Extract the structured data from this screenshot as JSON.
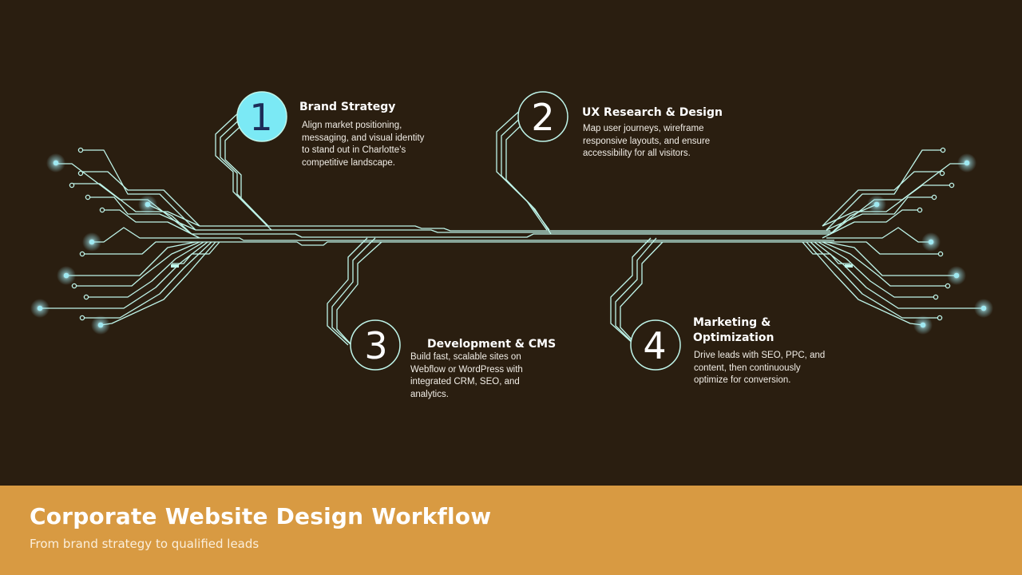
{
  "steps": [
    {
      "number": "1",
      "title": "Brand Strategy",
      "description": "Align market positioning, messaging, and visual identity to stand out in Charlotte’s competitive landscape."
    },
    {
      "number": "2",
      "title": "UX Research & Design",
      "description": "Map user journeys, wireframe responsive layouts, and ensure accessibility for all visitors."
    },
    {
      "number": "3",
      "title": "Development & CMS",
      "description": "Build fast, scalable sites on Webflow or WordPress with integrated CRM, SEO, and analytics."
    },
    {
      "number": "4",
      "title": "Marketing & Optimization",
      "description": "Drive leads with SEO, PPC, and content, then continuously optimize for conversion."
    }
  ],
  "footer": {
    "title": "Corporate Website Design Workflow",
    "subtitle": "From brand strategy to qualified leads"
  },
  "colors": {
    "background": "#2a1e10",
    "trace": "#bff5ea",
    "active_step": "#7be9f5",
    "active_number": "#1c2b57",
    "footer": "#d89a42"
  }
}
